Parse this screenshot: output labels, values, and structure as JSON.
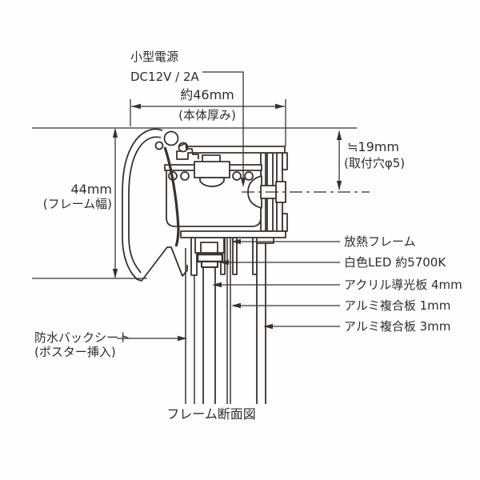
{
  "title": "フレーム断面図",
  "colors": {
    "line": "#3a322d",
    "background": "#ffffff"
  },
  "annotations": {
    "power_supply": {
      "line1": "小型電源",
      "line2": "DC12V / 2A"
    },
    "body_thickness": {
      "value": "約46mm",
      "note": "(本体厚み)"
    },
    "mounting_hole": {
      "value": "≒19mm",
      "note": "(取付穴φ5)"
    },
    "frame_width": {
      "value": "44mm",
      "note": "(フレーム幅)"
    },
    "layer_labels": [
      "放熱フレーム",
      "白色LED 約5700K",
      "アクリル導光板 4mm",
      "アルミ複合板 1mm",
      "アルミ複合板 3mm"
    ],
    "back_sheet": {
      "line1": "防水バックシート",
      "line2": "(ポスター挿入)"
    },
    "caption": "フレーム断面図"
  }
}
